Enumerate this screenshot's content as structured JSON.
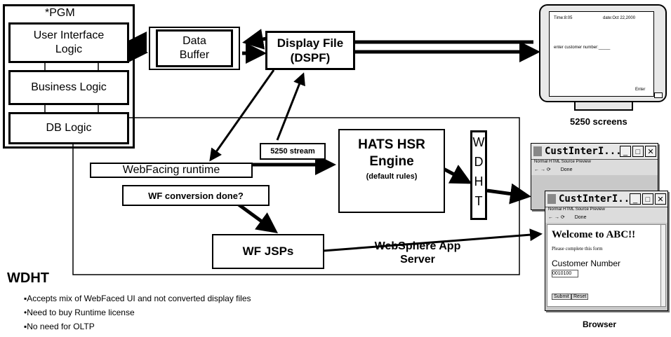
{
  "program": {
    "title": "*PGM",
    "ui_logic": "User Interface Logic",
    "business_logic": "Business Logic",
    "db_logic": "DB Logic"
  },
  "data_buffer": "Data Buffer",
  "display_file": "Display File (DSPF)",
  "screen": {
    "time": "Time:8:05",
    "date": "date:Oct 22,2000",
    "prompt": "enter customer number:_____",
    "enter": "Enter",
    "caption": "5250 screens"
  },
  "webfacing_runtime": "WebFacing runtime",
  "stream_5250": "5250 stream",
  "hats": {
    "line1": "HATS HSR",
    "line2": "Engine",
    "line3": "(default rules)"
  },
  "wdht_vertical": [
    "W",
    "D",
    "H",
    "T"
  ],
  "wf_conversion": "WF conversion done?",
  "wf_jsps": "WF JSPs",
  "websphere": "WebSphere App Server",
  "browser": {
    "title": "CustInterI...",
    "tab_normal": "Normal",
    "tab_html": "HTML Source",
    "tab_preview": "Preview",
    "done": "Done",
    "welcome": "Welcome to ABC!!",
    "complete": "Please complete this form",
    "customer_number": "Customer Number",
    "field_value": "0010100",
    "submit": "Submit",
    "reset": "Reset",
    "caption": "Browser"
  },
  "wdht_heading": "WDHT",
  "bullets": [
    "▪Accepts mix of WebFaced UI and not converted display files",
    "•Need to buy Runtime license",
    "▪No need for OLTP"
  ]
}
